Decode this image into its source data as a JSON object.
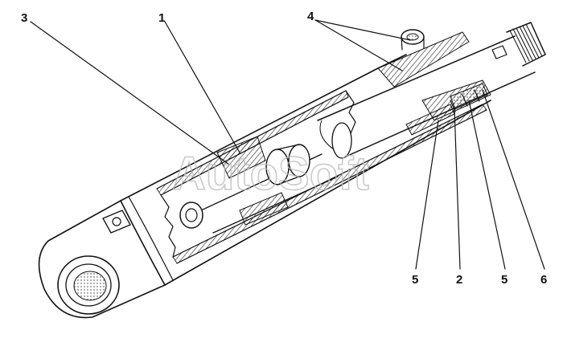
{
  "watermark": "AutoSoft",
  "callouts": [
    {
      "id": "c3",
      "label": "3"
    },
    {
      "id": "c1",
      "label": "1"
    },
    {
      "id": "c4",
      "label": "4"
    },
    {
      "id": "c5a",
      "label": "5"
    },
    {
      "id": "c2",
      "label": "2"
    },
    {
      "id": "c5b",
      "label": "5"
    },
    {
      "id": "c6",
      "label": "6"
    }
  ]
}
